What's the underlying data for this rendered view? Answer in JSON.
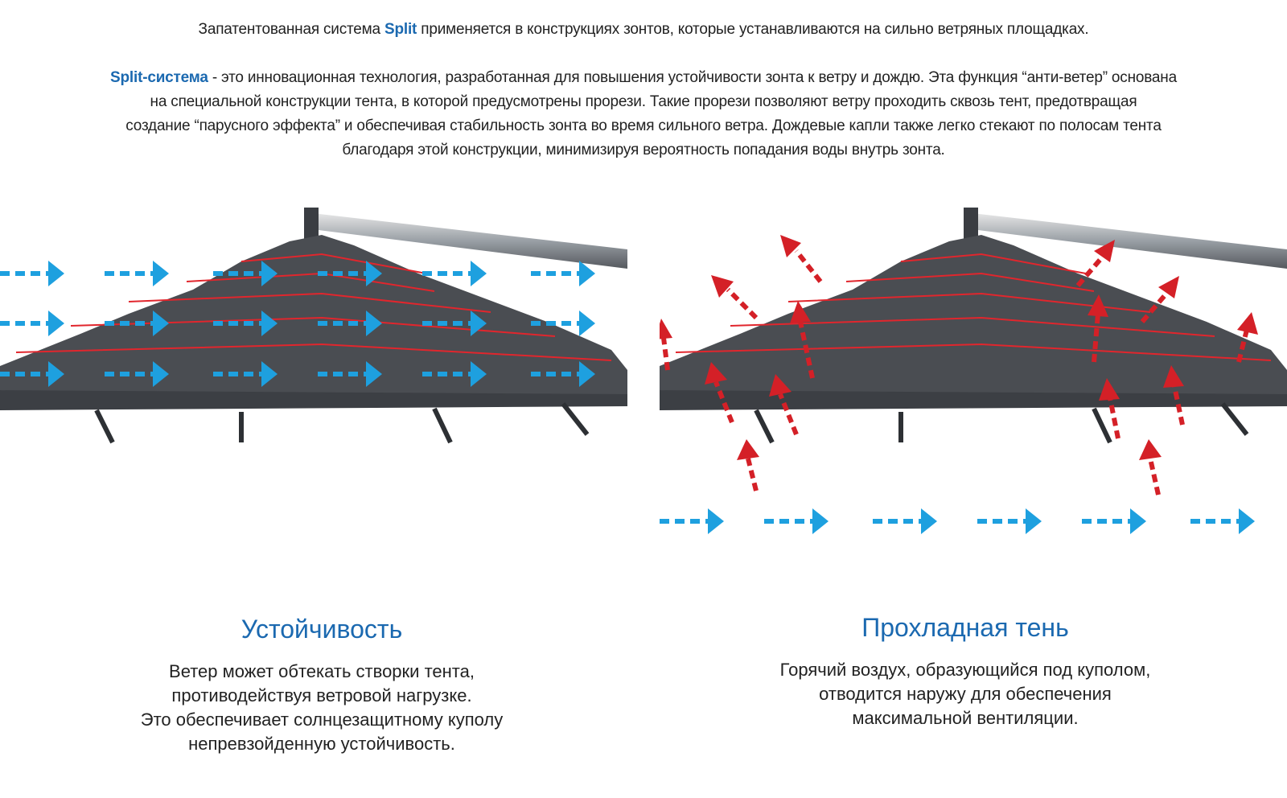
{
  "intro": {
    "line1_pre": "Запатентованная система ",
    "line1_accent": "Split",
    "line1_post": " применяется в конструкциях зонтов, которые устанавливаются на сильно ветряных площадках.",
    "p2_accent": "Split-система",
    "p2_line1": " - это инновационная технология, разработанная для повышения устойчивости зонта к ветру и дождю. Эта функция “анти-ветер” основана",
    "p2_line2": "на специальной конструкции тента, в которой предусмотрены прорези. Такие прорези позволяют ветру проходить сквозь тент, предотвращая",
    "p2_line3": "создание “парусного эффекта” и обеспечивая стабильность зонта во время сильного ветра. Дождевые капли также легко стекают по полосам тента",
    "p2_line4": "благодаря этой конструкции, минимизируя вероятность попадания воды внутрь зонта."
  },
  "colors": {
    "accent": "#1b69b0",
    "wind_arrow": "#1ea0df",
    "heat_arrow": "#d42027",
    "canopy": "#4a4d52",
    "canopy_edge": "#e1262d"
  },
  "left_caption": {
    "title": "Устойчивость",
    "line1": "Ветер может обтекать створки тента,",
    "line2": "противодействуя ветровой нагрузке.",
    "line3": "Это обеспечивает солнцезащитному куполу",
    "line4": "непревзойденную устойчивость."
  },
  "right_caption": {
    "title": "Прохладная тень",
    "line1": "Горячий воздух, образующийся под куполом,",
    "line2": "отводится наружу для обеспечения",
    "line3": "максимальной вентиляции."
  }
}
